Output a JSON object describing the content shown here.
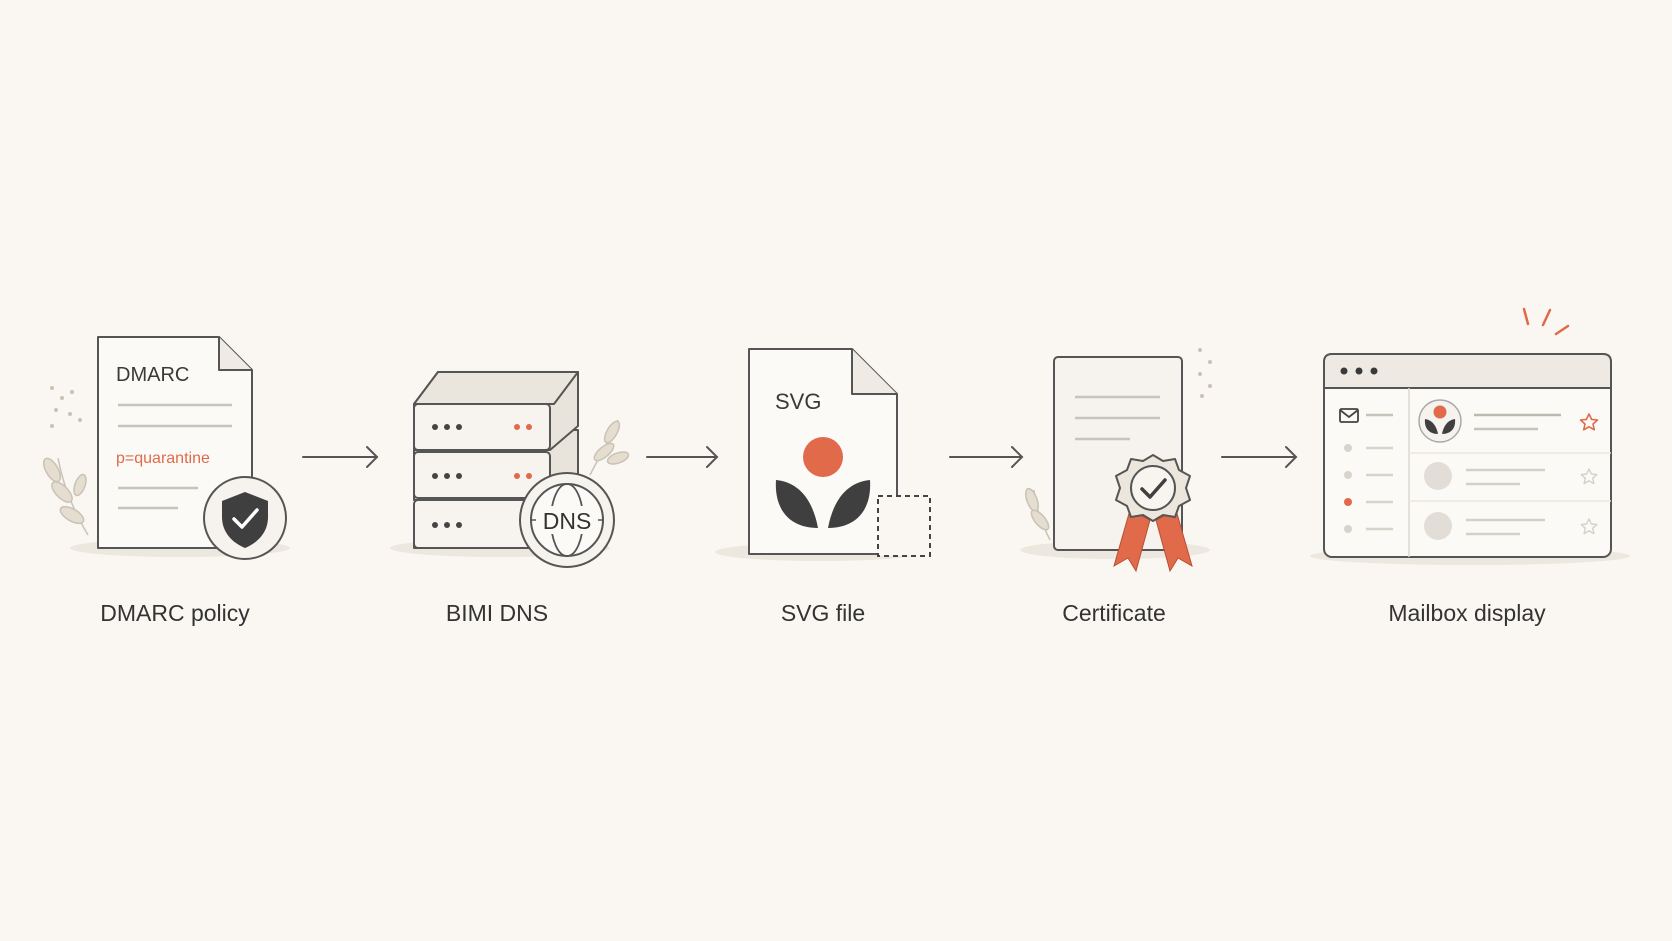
{
  "colors": {
    "background": "#faf7f3",
    "accent": "#e06a4a",
    "ink": "#3a3a3a",
    "paper": "#f6f3ee",
    "line": "#bdb8b0"
  },
  "steps": [
    {
      "label": "DMARC policy",
      "doc_title": "DMARC",
      "doc_value": "p=quarantine",
      "icon": "shield-check-icon"
    },
    {
      "label": "BIMI DNS",
      "badge_text": "DNS",
      "icon": "server-stack-icon"
    },
    {
      "label": "SVG file",
      "doc_title": "SVG",
      "icon": "svg-logo-file-icon"
    },
    {
      "label": "Certificate",
      "icon": "certificate-seal-icon"
    },
    {
      "label": "Mailbox display",
      "icon": "mailbox-window-icon"
    }
  ],
  "arrows": [
    "arrow-right-icon",
    "arrow-right-icon",
    "arrow-right-icon",
    "arrow-right-icon"
  ]
}
